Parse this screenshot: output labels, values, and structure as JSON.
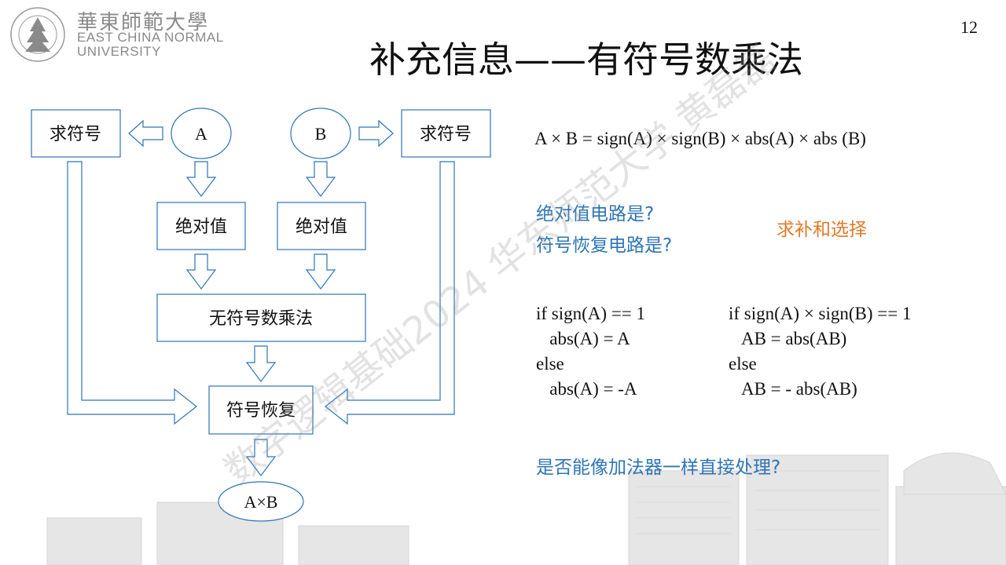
{
  "header": {
    "logo_cn": "華東師範大學",
    "logo_en_line1": "EAST CHINA NORMAL",
    "logo_en_line2": "UNIVERSITY",
    "page_number": "12"
  },
  "title": "补充信息——有符号数乘法",
  "diagram": {
    "sign_left": "求符号",
    "sign_right": "求符号",
    "input_a": "A",
    "input_b": "B",
    "abs_left": "绝对值",
    "abs_right": "绝对值",
    "unsigned_mult": "无符号数乘法",
    "sign_restore": "符号恢复",
    "output": "A×B"
  },
  "formula": "A × B = sign(A) × sign(B) × abs(A) × abs (B)",
  "questions": {
    "abs_circuit": "绝对值电路是?",
    "restore_circuit": "符号恢复电路是?",
    "answer": "求补和选择",
    "adder_question": "是否能像加法器一样直接处理?"
  },
  "code_left": {
    "line1": "if sign(A) == 1",
    "line2": "   abs(A) = A",
    "line3": "else",
    "line4": "   abs(A) = -A"
  },
  "code_right": {
    "line1": "if sign(A) × sign(B) == 1",
    "line2": "   AB = abs(AB)",
    "line3": "else",
    "line4": "   AB = - abs(AB)"
  },
  "watermark": "数字逻辑基础2024 华东师范大学 黄磊磊",
  "colors": {
    "blue": "#2e75b6",
    "orange": "#e07a2b",
    "outline": "#2e75b6"
  }
}
